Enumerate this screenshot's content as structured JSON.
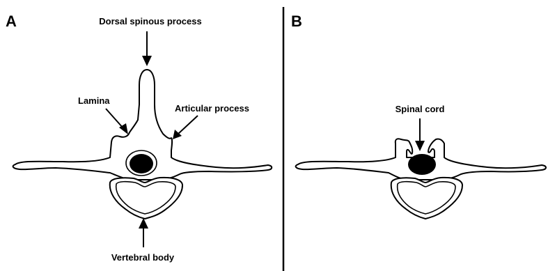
{
  "panels": {
    "a": {
      "label": "A",
      "annotations": {
        "dorsal_spinous_process": "Dorsal spinous process",
        "lamina": "Lamina",
        "articular_process": "Articular process",
        "vertebral_body": "Vertebral body"
      }
    },
    "b": {
      "label": "B",
      "annotations": {
        "spinal_cord": "Spinal cord"
      }
    }
  },
  "colors": {
    "line": "#000000",
    "background": "#ffffff",
    "spinal_cord": "#000000"
  }
}
